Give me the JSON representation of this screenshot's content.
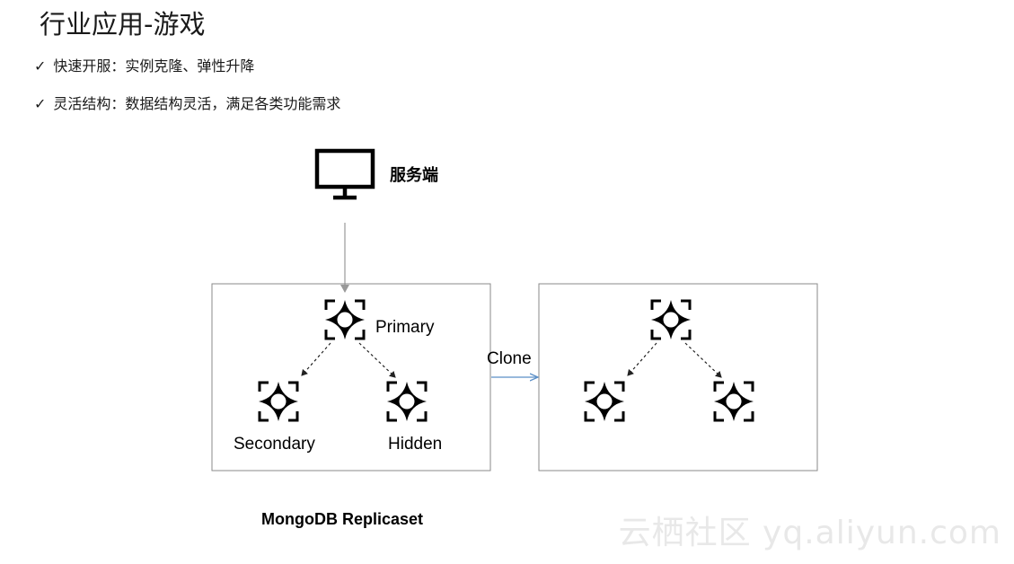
{
  "title": "行业应用-游戏",
  "bullets": [
    {
      "check": "✓",
      "text": "快速开服：实例克隆、弹性升降"
    },
    {
      "check": "✓",
      "text": "灵活结构：数据结构灵活，满足各类功能需求"
    }
  ],
  "diagram": {
    "server_label": "服务端",
    "primary_label": "Primary",
    "secondary_label": "Secondary",
    "hidden_label": "Hidden",
    "clone_label": "Clone",
    "replicaset_label": "MongoDB Replicaset",
    "icons": {
      "server": "monitor-icon",
      "node": "mongodb-node-icon"
    },
    "colors": {
      "clone_arrow": "#5b8fc7",
      "box_border": "#8a8a8a",
      "server_arrow": "#999999"
    }
  },
  "watermark": "云栖社区 yq.aliyun.com"
}
